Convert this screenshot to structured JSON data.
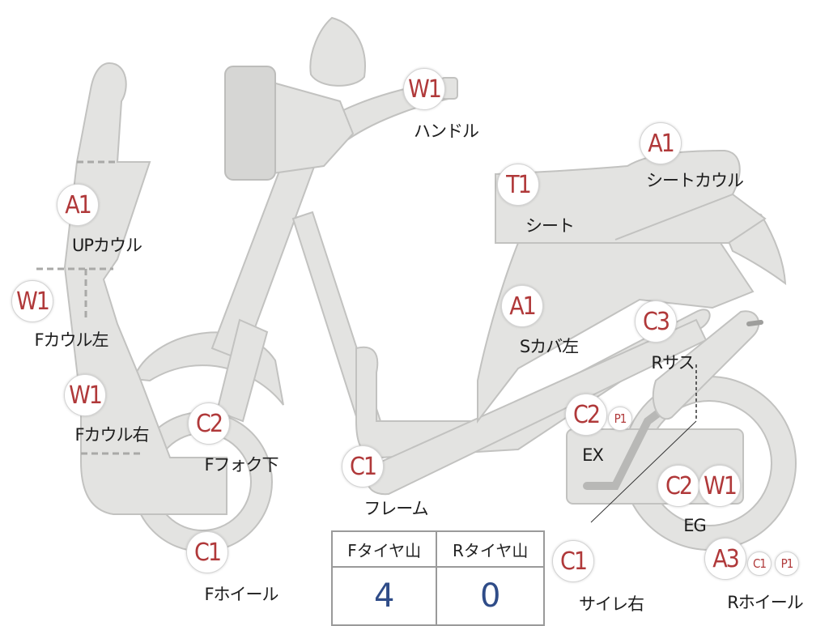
{
  "parts": [
    {
      "id": "handle",
      "code": "W1",
      "label": "ハンドル"
    },
    {
      "id": "seat-cowl",
      "code": "A1",
      "label": "シートカウル"
    },
    {
      "id": "seat",
      "code": "T1",
      "label": "シート"
    },
    {
      "id": "up-cowl",
      "code": "A1",
      "label": "UPカウル"
    },
    {
      "id": "f-cowl-left",
      "code": "W1",
      "label": "Fカウル左"
    },
    {
      "id": "s-cover-left",
      "code": "A1",
      "label": "Sカバ左"
    },
    {
      "id": "r-sus",
      "code": "C3",
      "label": "Rサス"
    },
    {
      "id": "f-cowl-right",
      "code": "W1",
      "label": "Fカウル右"
    },
    {
      "id": "f-fork-lower",
      "code": "C2",
      "label": "Fフォク下"
    },
    {
      "id": "ex",
      "code": "C2",
      "extra": "P1",
      "label": "EX"
    },
    {
      "id": "frame",
      "code": "C1",
      "label": "フレーム"
    },
    {
      "id": "eg",
      "codes": [
        "C2",
        "W1"
      ],
      "label": "EG"
    },
    {
      "id": "f-wheel",
      "code": "C1",
      "label": "Fホイール"
    },
    {
      "id": "muffler-right",
      "code": "C1",
      "label": "サイレ右"
    },
    {
      "id": "r-wheel",
      "code": "A3",
      "extras": [
        "C1",
        "P1"
      ],
      "label": "Rホイール"
    }
  ],
  "tire_table": {
    "headers": [
      "Fタイヤ山",
      "Rタイヤ山"
    ],
    "values": [
      "4",
      "0"
    ]
  },
  "colors": {
    "badge_text": "#b0393a",
    "part_fill": "#e3e3e1",
    "tire_value": "#2f4c88"
  }
}
